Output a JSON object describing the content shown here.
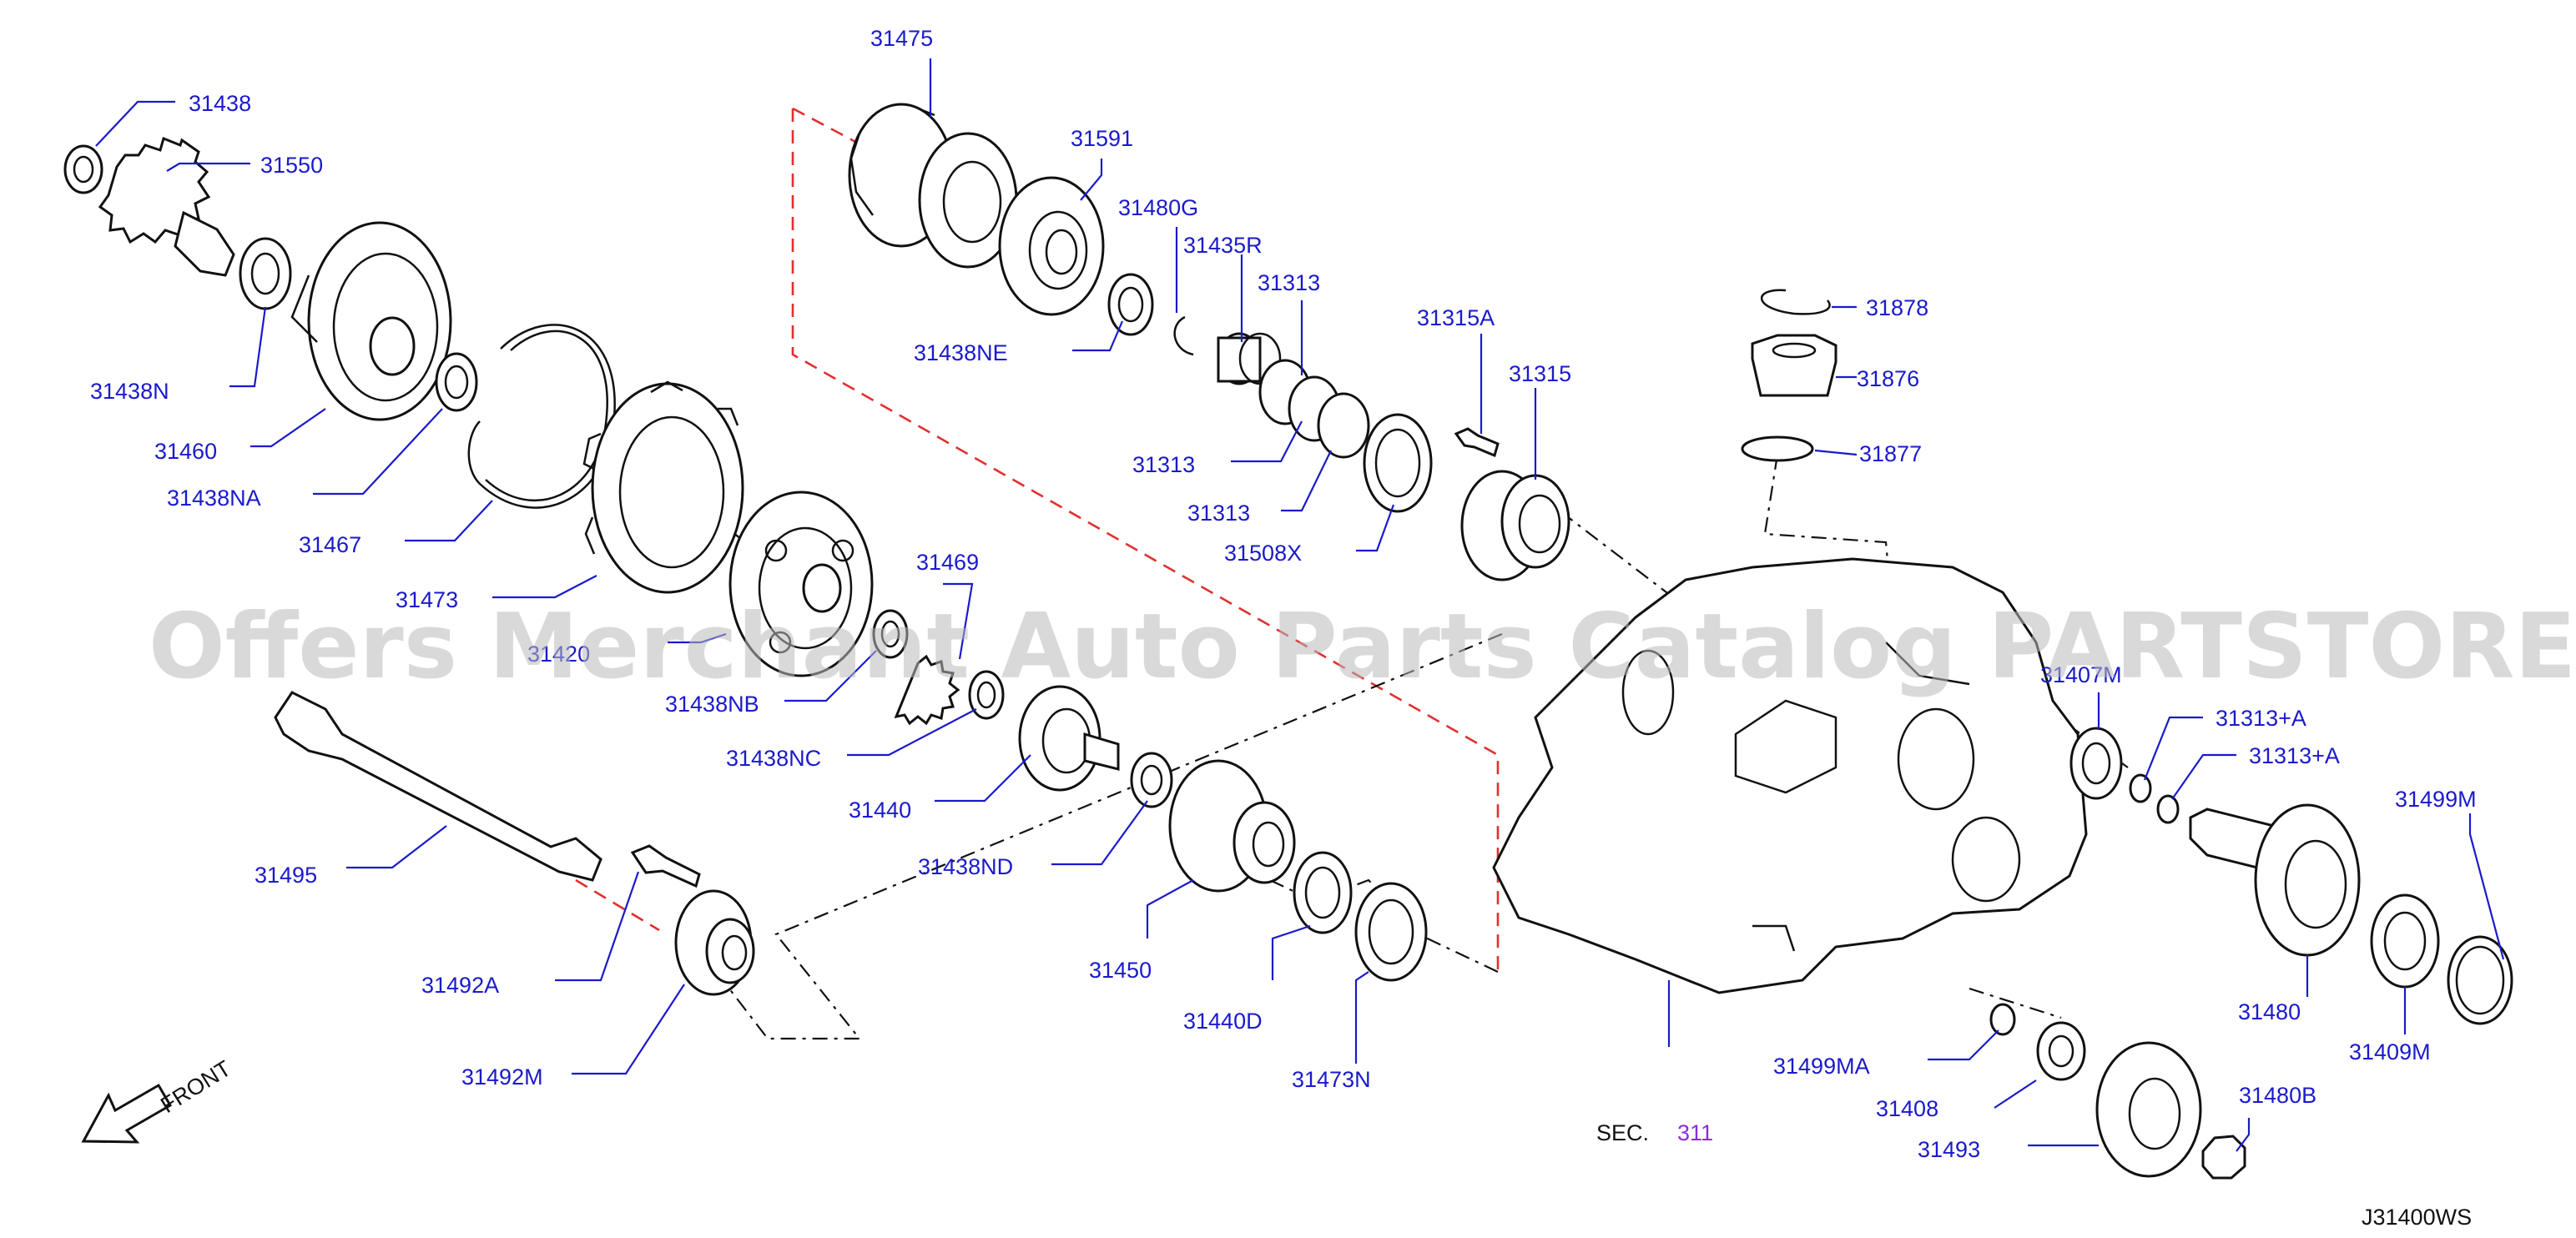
{
  "watermark": "Offers Merchant Auto Parts Catalog PARTSTORE.SA",
  "diagram_code": "J31400WS",
  "front_label": "FRONT",
  "section_ref": {
    "prefix": "SEC.",
    "number": "311"
  },
  "colors": {
    "label": "#1a1acc",
    "red_dash": "#e03030",
    "section_number": "#8a2be2",
    "watermark": "#b9b9b9"
  },
  "labels": [
    "31438",
    "31550",
    "31438N",
    "31460",
    "31438NA",
    "31467",
    "31473",
    "31420",
    "31438NB",
    "31469",
    "31438NC",
    "31440",
    "31438ND",
    "31450",
    "31440D",
    "31473N",
    "31495",
    "31492A",
    "31492M",
    "31475",
    "31591",
    "31480G",
    "31435R",
    "31313",
    "31438NE",
    "31313",
    "31313",
    "31315A",
    "31315",
    "31508X",
    "31878",
    "31876",
    "31877",
    "31407M",
    "31313+A",
    "31313+A",
    "31499M",
    "31480",
    "31409M",
    "31499MA",
    "31408",
    "31493",
    "31480B"
  ]
}
